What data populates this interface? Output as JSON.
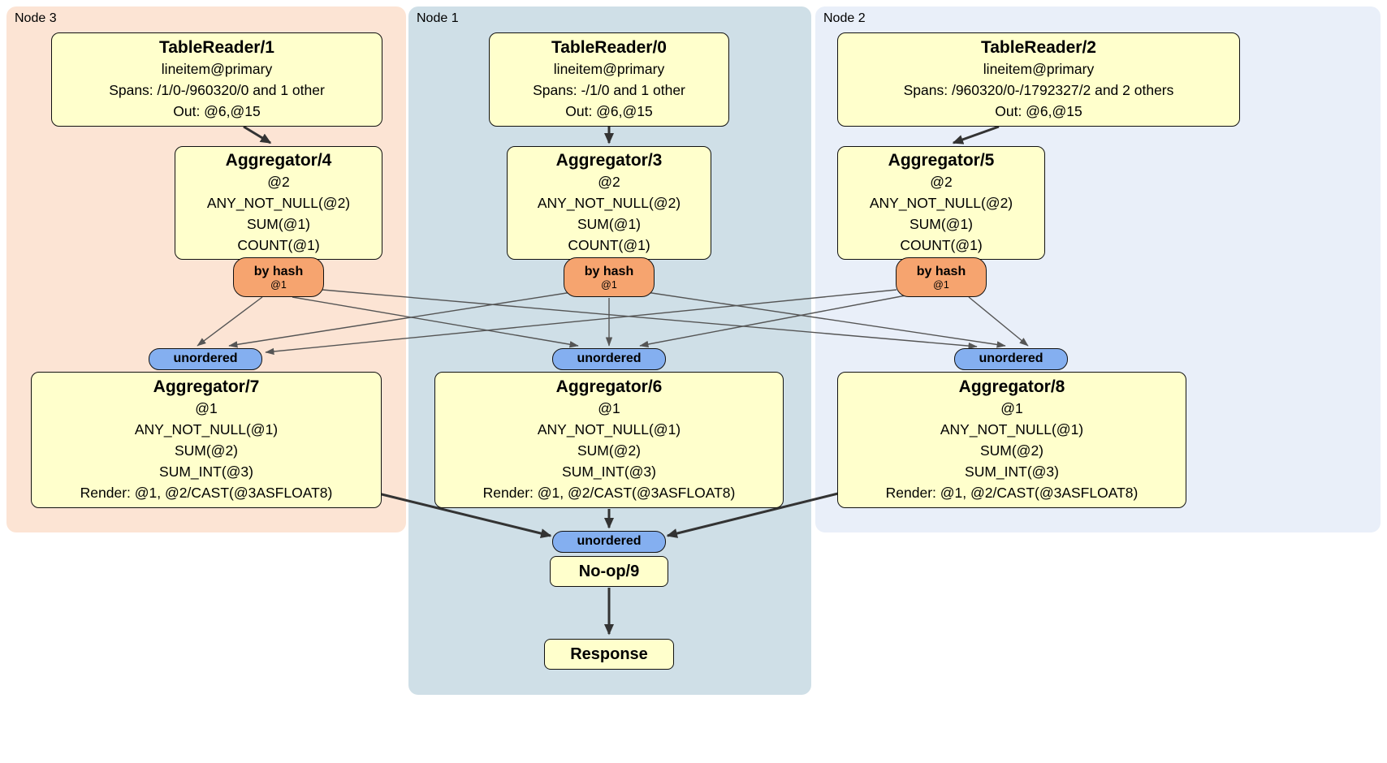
{
  "nodes": [
    {
      "label": "Node 3",
      "table_reader": {
        "title": "TableReader/1",
        "lines": [
          "lineitem@primary",
          "Spans: /1/0-/960320/0 and 1 other",
          "Out: @6,@15"
        ]
      },
      "aggregator_top": {
        "title": "Aggregator/4",
        "lines": [
          "@2",
          "ANY_NOT_NULL(@2)",
          "SUM(@1)",
          "COUNT(@1)"
        ]
      },
      "router": {
        "label": "by hash",
        "detail": "@1"
      },
      "stream": {
        "label": "unordered"
      },
      "aggregator_bottom": {
        "title": "Aggregator/7",
        "lines": [
          "@1",
          "ANY_NOT_NULL(@1)",
          "SUM(@2)",
          "SUM_INT(@3)",
          "Render: @1, @2/CAST(@3ASFLOAT8)"
        ]
      }
    },
    {
      "label": "Node 1",
      "table_reader": {
        "title": "TableReader/0",
        "lines": [
          "lineitem@primary",
          "Spans: -/1/0 and 1 other",
          "Out: @6,@15"
        ]
      },
      "aggregator_top": {
        "title": "Aggregator/3",
        "lines": [
          "@2",
          "ANY_NOT_NULL(@2)",
          "SUM(@1)",
          "COUNT(@1)"
        ]
      },
      "router": {
        "label": "by hash",
        "detail": "@1"
      },
      "stream": {
        "label": "unordered"
      },
      "aggregator_bottom": {
        "title": "Aggregator/6",
        "lines": [
          "@1",
          "ANY_NOT_NULL(@1)",
          "SUM(@2)",
          "SUM_INT(@3)",
          "Render: @1, @2/CAST(@3ASFLOAT8)"
        ]
      }
    },
    {
      "label": "Node 2",
      "table_reader": {
        "title": "TableReader/2",
        "lines": [
          "lineitem@primary",
          "Spans: /960320/0-/1792327/2 and 2 others",
          "Out: @6,@15"
        ]
      },
      "aggregator_top": {
        "title": "Aggregator/5",
        "lines": [
          "@2",
          "ANY_NOT_NULL(@2)",
          "SUM(@1)",
          "COUNT(@1)"
        ]
      },
      "router": {
        "label": "by hash",
        "detail": "@1"
      },
      "stream": {
        "label": "unordered"
      },
      "aggregator_bottom": {
        "title": "Aggregator/8",
        "lines": [
          "@1",
          "ANY_NOT_NULL(@1)",
          "SUM(@2)",
          "SUM_INT(@3)",
          "Render: @1, @2/CAST(@3ASFLOAT8)"
        ]
      }
    }
  ],
  "final_stage": {
    "stream_label": "unordered",
    "noop_title": "No-op/9",
    "response_title": "Response"
  },
  "colors": {
    "node3_bg": "#fce4d4",
    "node1_bg": "#cfdfe7",
    "node2_bg": "#e9eff9",
    "processor_bg": "#ffffcc",
    "router_bg": "#f6a46f",
    "stream_bg": "#84aff0",
    "edge_thin": "#555555",
    "edge_thick": "#333333"
  }
}
